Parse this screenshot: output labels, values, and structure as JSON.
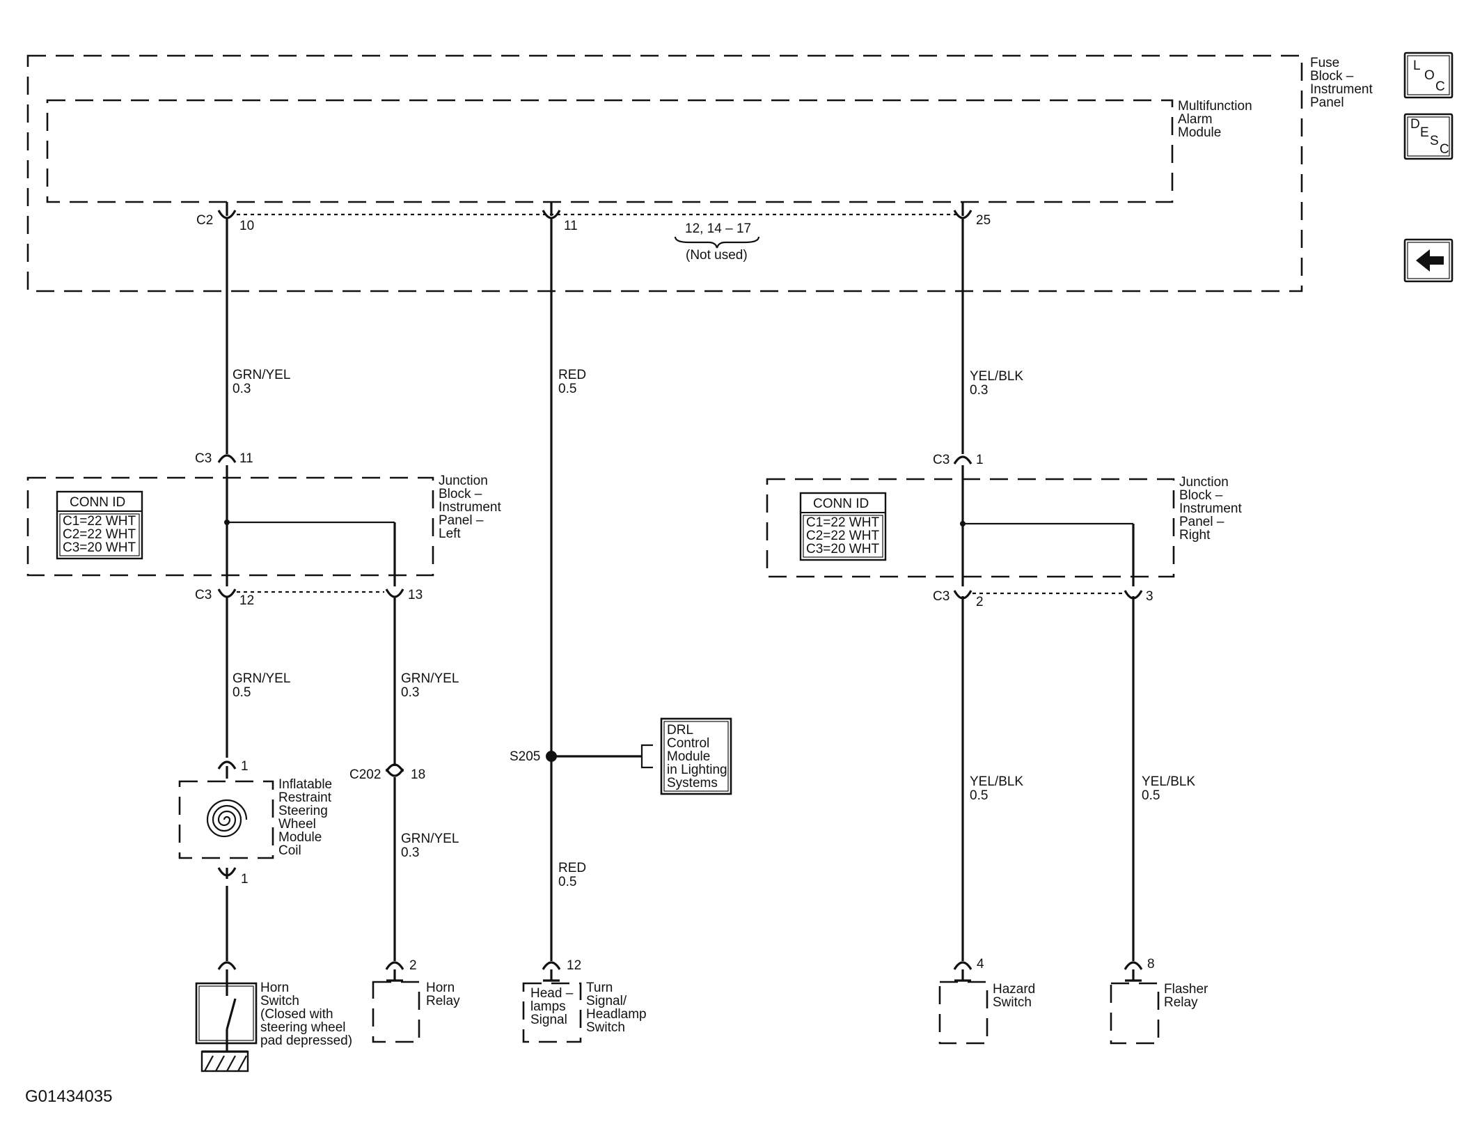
{
  "nav": {
    "loc": {
      "l": "L",
      "o": "O",
      "c": "C"
    },
    "desc": {
      "d": "D",
      "e": "E",
      "s": "S",
      "c": "C"
    }
  },
  "fuse_block": {
    "lines": [
      "Fuse",
      "Block –",
      "Instrument",
      "Panel"
    ]
  },
  "alarm_module": {
    "lines": [
      "Multifunction",
      "Alarm",
      "Module"
    ]
  },
  "top_connectors": {
    "c2_label": "C2",
    "pin10": "10",
    "pin11": "11",
    "pin25": "25",
    "not_used_pins": "12, 14 – 17",
    "not_used_text": "(Not used)"
  },
  "wires": {
    "left_upper": {
      "color": "GRN/YEL",
      "gauge": "0.3"
    },
    "center_upper": {
      "color": "RED",
      "gauge": "0.5"
    },
    "right_upper": {
      "color": "YEL/BLK",
      "gauge": "0.3"
    },
    "left_lower_a": {
      "color": "GRN/YEL",
      "gauge": "0.5"
    },
    "left_lower_b": {
      "color": "GRN/YEL",
      "gauge": "0.3"
    },
    "left_lower_b2": {
      "color": "GRN/YEL",
      "gauge": "0.3"
    },
    "center_lower": {
      "color": "RED",
      "gauge": "0.5"
    },
    "right_lower_a": {
      "color": "YEL/BLK",
      "gauge": "0.5"
    },
    "right_lower_b": {
      "color": "YEL/BLK",
      "gauge": "0.5"
    }
  },
  "jb_left": {
    "c3_top": "C3",
    "pin_top": "11",
    "c3_bot": "C3",
    "pin12": "12",
    "pin13": "13",
    "lines": [
      "Junction",
      "Block –",
      "Instrument",
      "Panel –",
      "Left"
    ],
    "conn_id": {
      "title": "CONN ID",
      "rows": [
        "C1=22 WHT",
        "C2=22 WHT",
        "C3=20 WHT"
      ]
    }
  },
  "jb_right": {
    "c3_top": "C3",
    "pin_top": "1",
    "c3_bot": "C3",
    "pin2": "2",
    "pin3": "3",
    "lines": [
      "Junction",
      "Block –",
      "Instrument",
      "Panel –",
      "Right"
    ],
    "conn_id": {
      "title": "CONN ID",
      "rows": [
        "C1=22 WHT",
        "C2=22 WHT",
        "C3=20 WHT"
      ]
    }
  },
  "coil": {
    "pin_top": "1",
    "pin_bot": "1",
    "lines": [
      "Inflatable",
      "Restraint",
      "Steering",
      "Wheel",
      "Module",
      "Coil"
    ]
  },
  "c202": {
    "label": "C202",
    "pin": "18"
  },
  "splice": {
    "label": "S205"
  },
  "drl": {
    "lines": [
      "DRL",
      "Control",
      "Module",
      "in Lighting",
      "Systems"
    ]
  },
  "horn_switch": {
    "lines": [
      "Horn",
      "Switch",
      "(Closed with",
      "steering wheel",
      "pad depressed)"
    ]
  },
  "horn_relay": {
    "pin": "2",
    "lines": [
      "Horn",
      "Relay"
    ]
  },
  "turn_switch": {
    "pin": "12",
    "inner": [
      "Head –",
      "lamps",
      "Signal"
    ],
    "lines": [
      "Turn",
      "Signal/",
      "Headlamp",
      "Switch"
    ]
  },
  "hazard_switch": {
    "pin": "4",
    "lines": [
      "Hazard",
      "Switch"
    ]
  },
  "flasher_relay": {
    "pin": "8",
    "lines": [
      "Flasher",
      "Relay"
    ]
  },
  "figure_id": "G01434035"
}
